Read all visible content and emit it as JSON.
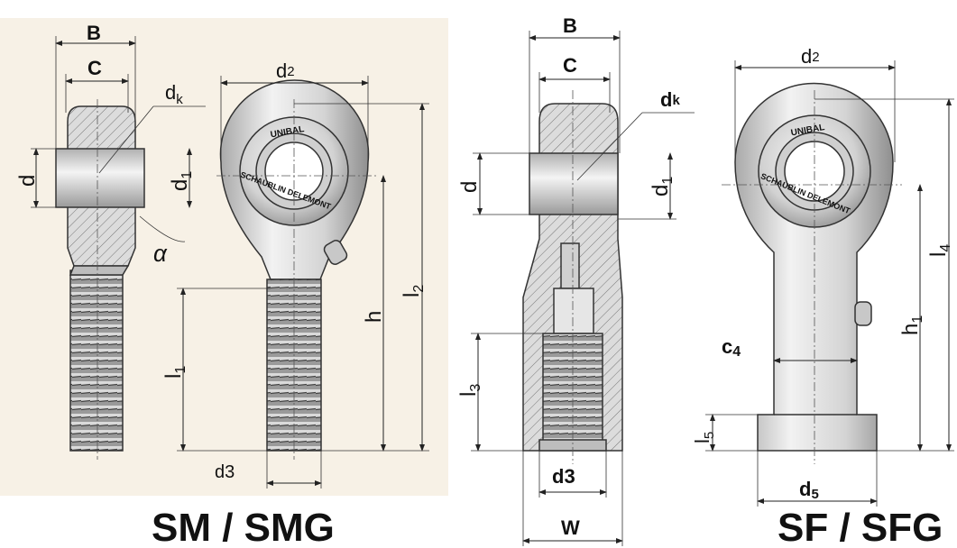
{
  "captions": {
    "left": "SM / SMG",
    "right": "SF / SFG"
  },
  "brand_text": {
    "top": "UNIBAL",
    "bottom": "SCHAUBLIN DELEMONT"
  },
  "labels": {
    "B": "B",
    "C": "C",
    "d": "d",
    "dk": "d",
    "dk_sub": "k",
    "d1": "d",
    "d1_sub": "1",
    "d2": "d",
    "d2_sub": "2",
    "d3": "d3",
    "d4": "d",
    "d4_sub": "5",
    "alpha": "α",
    "h": "h",
    "h1": "h",
    "h1_sub": "1",
    "l": "l",
    "l1_sub": "1",
    "l2_sub": "2",
    "l3_sub": "3",
    "l4_sub": "4",
    "l5_sub": "5",
    "c4": "c",
    "c4_sub": "4",
    "W": "W"
  },
  "colors": {
    "background_left": "#f7f1e6",
    "metal_light": "#e8e8e8",
    "metal_mid": "#c8c8c8",
    "metal_dark": "#8c8c8c",
    "outline": "#333333"
  }
}
